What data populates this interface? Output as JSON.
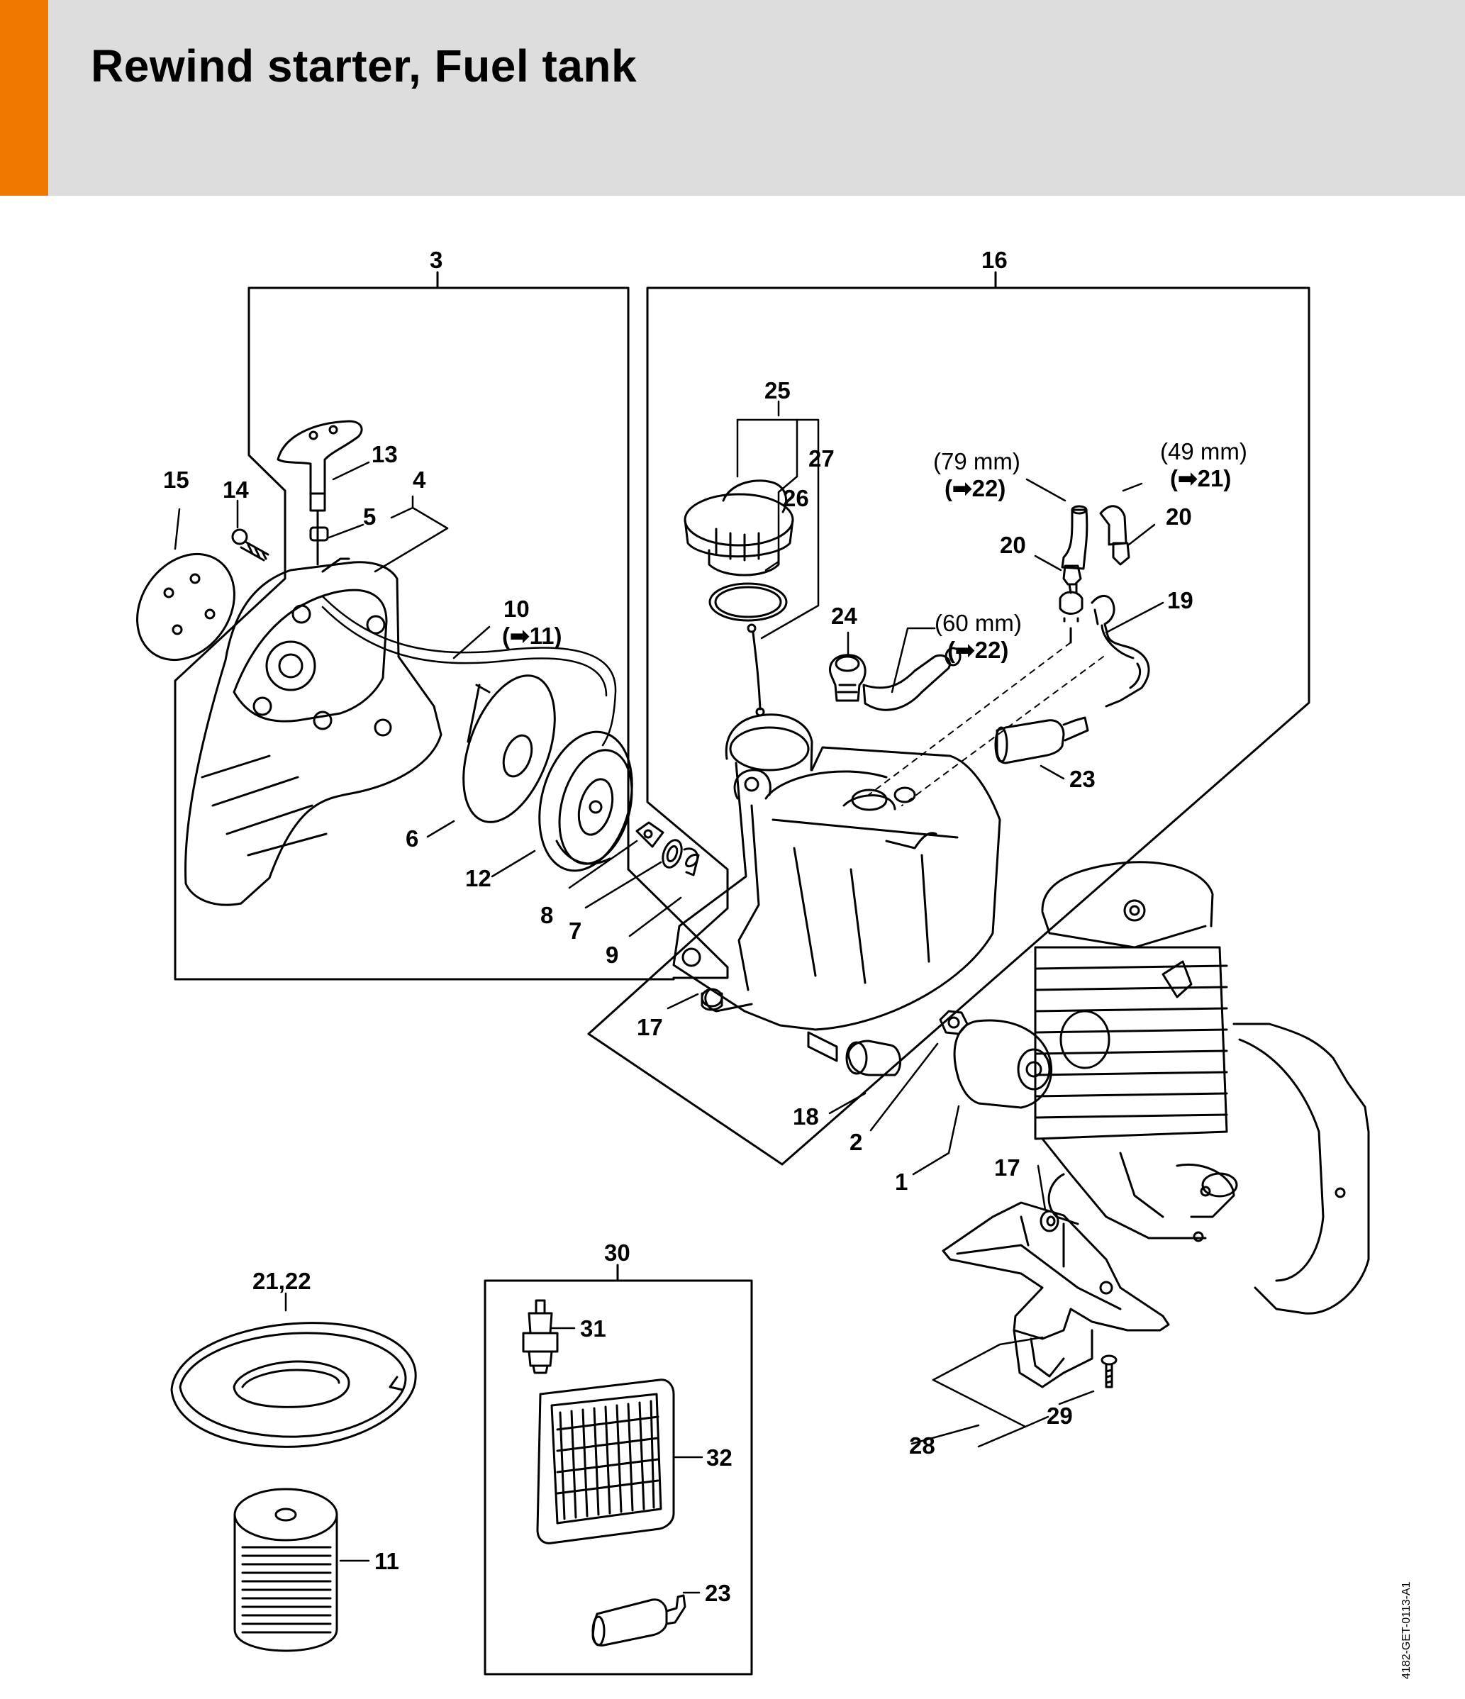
{
  "header": {
    "title": "Rewind starter, Fuel tank",
    "accent_color": "#f07800",
    "background_color": "#dcdddc"
  },
  "diagram": {
    "drawing_code": "4182-GET-0113-A1",
    "callouts": {
      "c1": "1",
      "c2": "2",
      "c3": "3",
      "c4": "4",
      "c5": "5",
      "c6": "6",
      "c7": "7",
      "c8": "8",
      "c9": "9",
      "c10": "10",
      "c10ref": "(➡11)",
      "c11": "11",
      "c12": "12",
      "c13": "13",
      "c14": "14",
      "c15": "15",
      "c16": "16",
      "c17a": "17",
      "c17b": "17",
      "c18": "18",
      "c19": "19",
      "c20a": "20",
      "c20b": "20",
      "c2122": "21,22",
      "c23a": "23",
      "c23b": "23",
      "c24": "24",
      "c25": "25",
      "c26": "26",
      "c27": "27",
      "c28": "28",
      "c29": "29",
      "c30": "30",
      "c31": "31",
      "c32": "32",
      "len79": "(79 mm)",
      "ref79": "(➡22)",
      "len49": "(49 mm)",
      "ref49": "(➡21)",
      "len60": "(60 mm)",
      "ref60": "(➡22)"
    },
    "parts_icons": [
      "starter-housing-icon",
      "starter-grip-icon",
      "rope-rotor-icon",
      "spring-cover-icon",
      "fuel-tank-icon",
      "tank-cap-icon",
      "fuel-hose-icon",
      "pickup-body-icon",
      "engine-cylinder-icon",
      "tank-support-icon",
      "fuel-line-spool-icon",
      "starter-rope-reel-icon",
      "air-filter-icon",
      "spark-plug-icon"
    ]
  }
}
